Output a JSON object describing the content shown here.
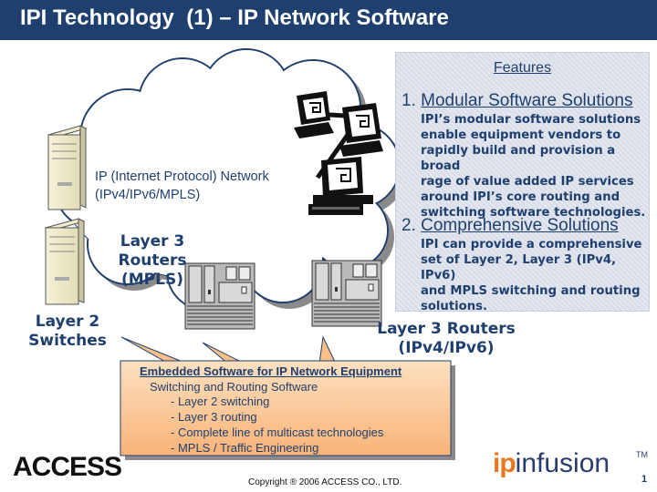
{
  "slide": {
    "title": "IPI Technology  (1) – IP Network Software",
    "page_number": "1"
  },
  "features": {
    "heading": "Features",
    "items": [
      {
        "number": "1.",
        "title": "Modular Software Solutions",
        "body": [
          "IPI’s modular software solutions",
          "enable equipment vendors to",
          "rapidly build and provision a broad",
          "rage of value added IP services",
          "around IPI’s core routing and",
          "switching software technologies."
        ]
      },
      {
        "number": "2.",
        "title": "Comprehensive Solutions",
        "body": [
          "IPI can provide a comprehensive",
          "set of Layer 2, Layer 3  (IPv4, IPv6)",
          "and MPLS switching and routing",
          "solutions."
        ]
      }
    ]
  },
  "diagram": {
    "network_label": [
      "IP (Internet Protocol) Network",
      "(IPv4/IPv6/MPLS)"
    ],
    "layer3_mpls_label": [
      "Layer 3",
      "Routers",
      "(MPLS)"
    ],
    "layer2_label": [
      "Layer 2",
      "Switches"
    ],
    "layer3_ipv_label": [
      "Layer 3 Routers",
      "(IPv4/IPv6)"
    ]
  },
  "callout": {
    "title": "Embedded Software for IP Network Equipment",
    "subtitle": "Switching and Routing Software",
    "items": [
      "- Layer 2 switching",
      "- Layer 3 routing",
      "- Complete line of multicast technologies",
      "- MPLS / Traffic Engineering"
    ]
  },
  "footer": {
    "access_logo": "ACCESS",
    "copyright": "Copyright ® 2006 ACCESS CO., LTD.",
    "brand_ip": "ip",
    "brand_rest": "infusion",
    "brand_tm": "TM"
  },
  "colors": {
    "title_bar": "#1f3f6e",
    "text_navy": "#1f3f6e",
    "callout_fill": "#fbbf86",
    "brand_orange": "#e8791e"
  },
  "icons": [
    "cloud-shape",
    "server-tower-icon",
    "router-chassis-icon",
    "workstation-icon"
  ]
}
